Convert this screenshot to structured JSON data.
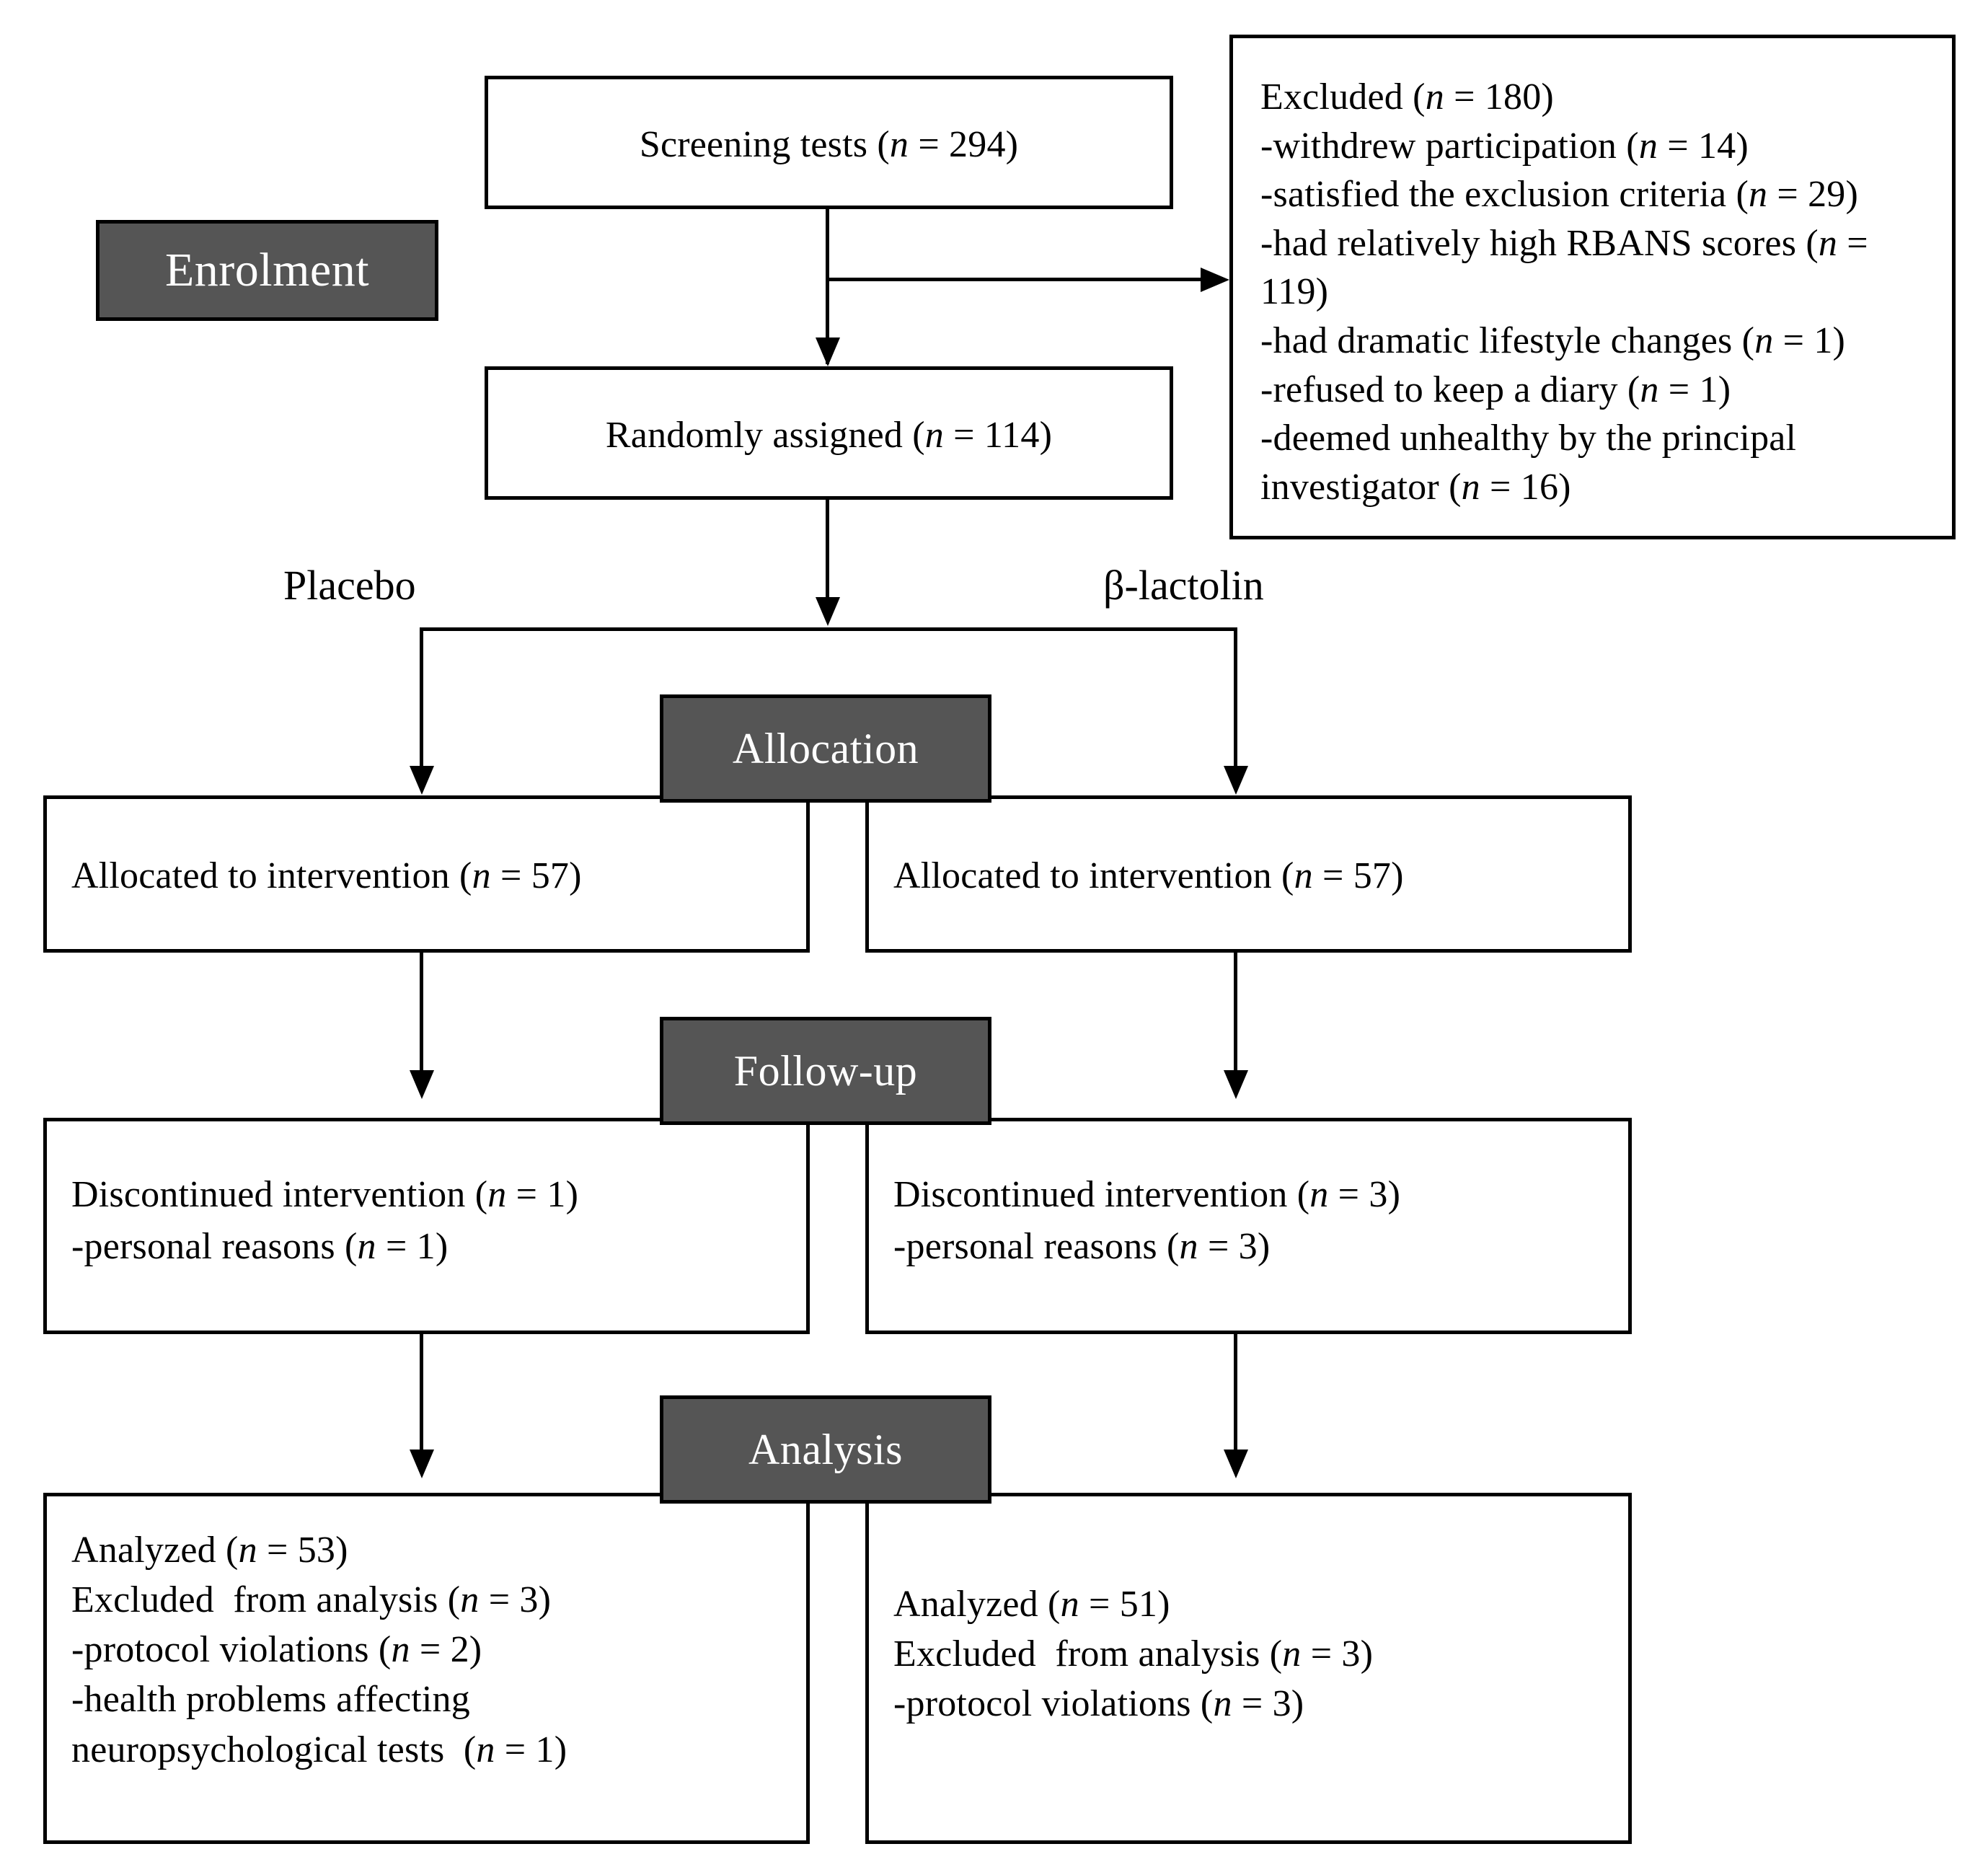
{
  "diagram": {
    "type": "consort-flow-diagram",
    "title": "",
    "stages": [
      {
        "id": "enrolment",
        "label": "Enrolment"
      },
      {
        "id": "allocation",
        "label": "Allocation"
      },
      {
        "id": "followup",
        "label": "Follow-up"
      },
      {
        "id": "analysis",
        "label": "Analysis"
      }
    ],
    "arm_labels": {
      "left": "Placebo",
      "right": "β-lactolin"
    },
    "colors": {
      "stage_fill": "#555555",
      "stage_text": "#ffffff",
      "box_fill": "#ffffff",
      "line": "#000000"
    },
    "nodes": {
      "screening": {
        "text": "Screening tests (n = 294)"
      },
      "excluded": {
        "text": "Excluded (n = 180)\n-withdrew participation (n = 14)\n-satisfied the exclusion criteria (n = 29)\n-had relatively high RBANS scores (n = 119)\n-had dramatic lifestyle changes (n = 1)\n-refused to keep a diary (n = 1)\n-deemed unhealthy by the principal investigator (n = 16)"
      },
      "randomized": {
        "text": "Randomly assigned (n = 114)"
      },
      "alloc_left": {
        "text": "Allocated to intervention (n = 57)"
      },
      "alloc_right": {
        "text": "Allocated to intervention (n = 57)"
      },
      "followup_left": {
        "text": "Discontinued intervention (n = 1)\n-personal reasons (n = 1)"
      },
      "followup_right": {
        "text": "Discontinued intervention (n = 3)\n-personal reasons (n = 3)"
      },
      "analysis_left": {
        "text": "Analyzed (n = 53)\nExcluded  from analysis (n = 3)\n-protocol violations (n = 2)\n-health problems affecting\nneuropsychological tests  (n = 1)"
      },
      "analysis_right": {
        "text": "Analyzed (n = 51)\nExcluded  from analysis (n = 3)\n-protocol violations (n = 3)"
      }
    },
    "counts": {
      "screened": 294,
      "excluded_total": 180,
      "excluded_withdrew": 14,
      "excluded_criteria": 29,
      "excluded_rbans": 119,
      "excluded_lifestyle": 1,
      "excluded_diary": 1,
      "excluded_unhealthy": 16,
      "randomized": 114,
      "allocated_placebo": 57,
      "allocated_lactolin": 57,
      "discontinued_placebo": 1,
      "discontinued_lactolin": 3,
      "analyzed_placebo": 53,
      "analyzed_lactolin": 51,
      "excl_analysis_placebo": 3,
      "excl_analysis_lactolin": 3
    }
  }
}
